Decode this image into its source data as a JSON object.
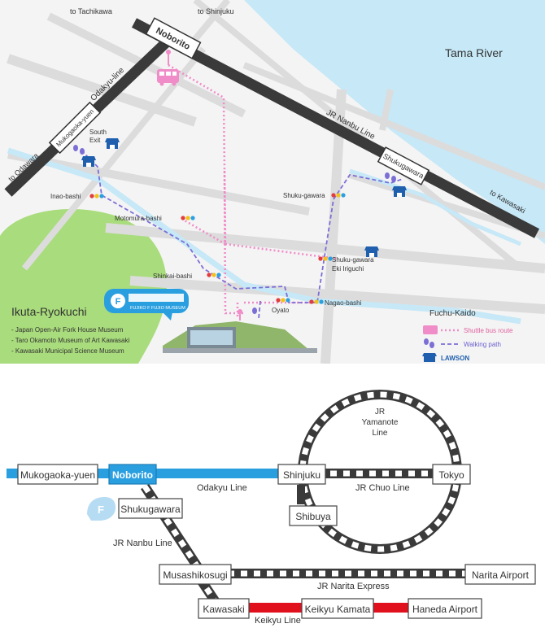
{
  "top_map": {
    "river_label": "Tama River",
    "road_label": "Fuchu-Kaido",
    "lines": {
      "odakyu": "Odakyu-line",
      "jr_nanbu": "JR Nanbu Line"
    },
    "directions": {
      "tachikawa": "to Tachikawa",
      "shinjuku": "to Shinjuku",
      "odawara": "to Odawara",
      "kawasaki": "to Kawasaki"
    },
    "stations": {
      "noborito": "Noborito",
      "mukogaoka_yuen": "Mukogaoka-yuen",
      "shukugawara": "Shukugawara"
    },
    "exit_label": "South\nExit",
    "stops": {
      "inao_bashi": "Inao-bashi",
      "shuku_gawara": "Shuku-gawara",
      "motomura_bashi": "Motomura-bashi",
      "shuku_gawara_eki_iriguchi_1": "Shuku-gawara",
      "shuku_gawara_eki_iriguchi_2": "Eki Iriguchi",
      "shinkai_bashi": "Shinkai-bashi",
      "oyato": "Oyato",
      "nagao_bashi": "Nagao-bashi"
    },
    "park": {
      "name": "Ikuta-Ryokuchi",
      "items": [
        "- Japan Open-Air Fork House Museum",
        "- Taro Okamoto Museum of Art Kawasaki",
        "- Kawasaki Municipal Science Museum"
      ]
    },
    "museum_logo_caption": "FUJIKO F FUJIO MUSEUM",
    "legend": {
      "shuttle": "Shuttle bus route",
      "walking": "Walking path",
      "lawson": "LAWSON"
    },
    "colors": {
      "river": "#c6e8f7",
      "road": "#dcdcdc",
      "rail": "#3a3a3a",
      "shuttle": "#f08cc8",
      "walking": "#7b6fd6",
      "park": "#a9dc7c",
      "brand": "#2a9fe0"
    }
  },
  "route_map": {
    "stations": {
      "mukogaoka_yuen": "Mukogaoka-yuen",
      "noborito": "Noborito",
      "shinjuku": "Shinjuku",
      "tokyo": "Tokyo",
      "shibuya": "Shibuya",
      "shukugawara": "Shukugawara",
      "musashikosugi": "Musashikosugi",
      "narita_airport": "Narita Airport",
      "kawasaki": "Kawasaki",
      "keikyu_kamata": "Keikyu Kamata",
      "haneda_airport": "Haneda Airport"
    },
    "lines": {
      "odakyu": "Odakyu Line",
      "jr_chuo": "JR Chuo Line",
      "jr_yamanote_1": "JR",
      "jr_yamanote_2": "Yamanote",
      "jr_yamanote_3": "Line",
      "jr_nanbu": "JR Nanbu Line",
      "jr_narita_express": "JR Narita Express",
      "keikyu": "Keikyu Line"
    },
    "colors": {
      "odakyu": "#2a9fe0",
      "keikyu": "#e0101c",
      "jr": "#444444"
    }
  }
}
